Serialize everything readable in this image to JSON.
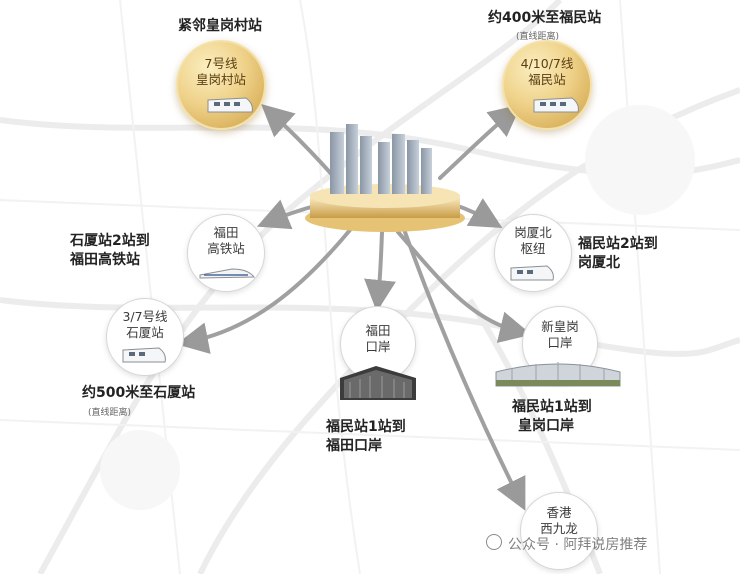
{
  "stations": {
    "huanggangcun": {
      "line": "7号线",
      "name": "皇岗村站"
    },
    "futian_station": {
      "line": "4/10/7线",
      "name": "福民站"
    },
    "futian_hsr": {
      "line1": "福田",
      "line2": "高铁站"
    },
    "gangxiabei": {
      "line1": "岗厦北",
      "line2": "枢纽"
    },
    "shixia": {
      "line": "3/7号线",
      "name": "石厦站"
    },
    "futian_port": {
      "line1": "福田",
      "line2": "口岸"
    },
    "huanggang_port": {
      "line1": "新皇岗",
      "line2": "口岸"
    },
    "west_kowloon": {
      "line1": "香港",
      "line2": "西九龙"
    }
  },
  "captions": {
    "top_left": "紧邻皇岗村站",
    "top_right": "约400米至福民站",
    "top_right_note": "(直线距离)",
    "hsr_1": "石厦站2站到",
    "hsr_2": "福田高铁站",
    "gx_1": "福民站2站到",
    "gx_2": "岗厦北",
    "shixia": "约500米至石厦站",
    "shixia_note": "(直线距离)",
    "fport_1": "福民站1站到",
    "fport_2": "福田口岸",
    "hport_1": "福民站1站到",
    "hport_2": "皇岗口岸"
  },
  "watermark": "公众号 · 阿拜说房推荐",
  "colors": {
    "gold": "#d9b15c",
    "arrow": "#9a9a9a"
  }
}
